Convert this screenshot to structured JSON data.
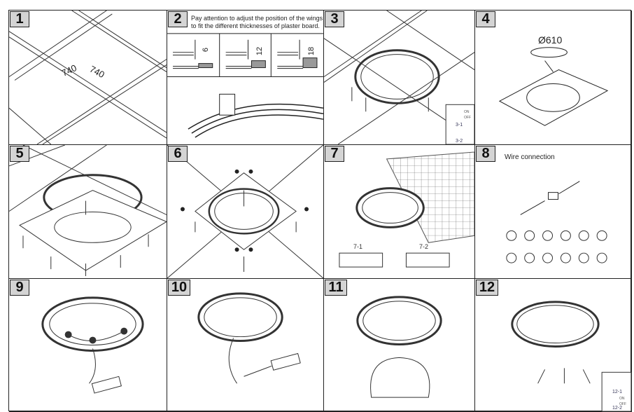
{
  "panels": [
    {
      "number": "1",
      "dims": [
        "740",
        "740"
      ]
    },
    {
      "number": "2",
      "note": "Pay attention to adjust the position of the wings to fit the different thicknesses of plaster board.",
      "thicknesses": [
        "6",
        "12",
        "18"
      ]
    },
    {
      "number": "3",
      "sub": [
        "3-1",
        "3-2"
      ],
      "switch": [
        "ON",
        "OFF"
      ]
    },
    {
      "number": "4",
      "cutout": "Ø610"
    },
    {
      "number": "5"
    },
    {
      "number": "6"
    },
    {
      "number": "7",
      "sub": [
        "7-1",
        "7-2"
      ]
    },
    {
      "number": "8",
      "title": "Wire connection"
    },
    {
      "number": "9"
    },
    {
      "number": "10"
    },
    {
      "number": "11"
    },
    {
      "number": "12",
      "sub": [
        "12-1",
        "12-2"
      ],
      "switch": [
        "ON",
        "OFF"
      ]
    }
  ]
}
